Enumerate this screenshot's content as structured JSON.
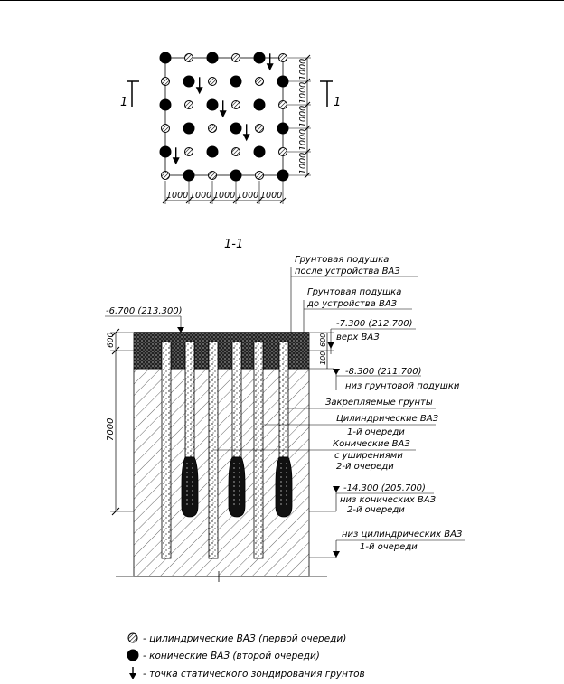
{
  "plan": {
    "section_mark": "1",
    "dim_unit": "1000",
    "horizontal_dims": [
      "1000",
      "1000",
      "1000",
      "1000",
      "1000"
    ],
    "vertical_dims": [
      "1000",
      "1000",
      "1000",
      "1000",
      "1000"
    ]
  },
  "section": {
    "title": "1-1",
    "dim_top": "600",
    "dim_main": "7000",
    "dim_right_a": "600",
    "dim_right_b": "100",
    "level_top": "-6.700 (213.300)",
    "callouts": {
      "cushion_after_1": "Грунтовая подушка",
      "cushion_after_2": "после устройства ВАЗ",
      "cushion_before_1": "Грунтовая подушка",
      "cushion_before_2": "до устройства ВАЗ",
      "level_vaz_top": "-7.300 (212.700)",
      "vaz_top": "верх ВАЗ",
      "level_cushion_bottom": "-8.300 (211.700)",
      "cushion_bottom": "низ грунтовой подушки",
      "fixed_soils": "Закрепляемые грунты",
      "cyl_1": "Цилиндрические ВАЗ",
      "cyl_2": "1-й очереди",
      "con_1": "Конические ВАЗ",
      "con_2": "с уширениями",
      "con_3": "2-й очереди",
      "level_con_bottom": "-14.300 (205.700)",
      "con_bottom_1": "низ конических ВАЗ",
      "con_bottom_2": "2-й очереди",
      "cyl_bottom_1": "низ цилиндрических ВАЗ",
      "cyl_bottom_2": "1-й очереди"
    }
  },
  "legend": [
    {
      "symbol": "small-hatched-circle",
      "text": "- цилиндрические ВАЗ (первой очереди)"
    },
    {
      "symbol": "large-black-circle",
      "text": "- конические ВАЗ (второй очереди)"
    },
    {
      "symbol": "down-arrow",
      "text": "- точка статического зондирования грунтов"
    }
  ]
}
